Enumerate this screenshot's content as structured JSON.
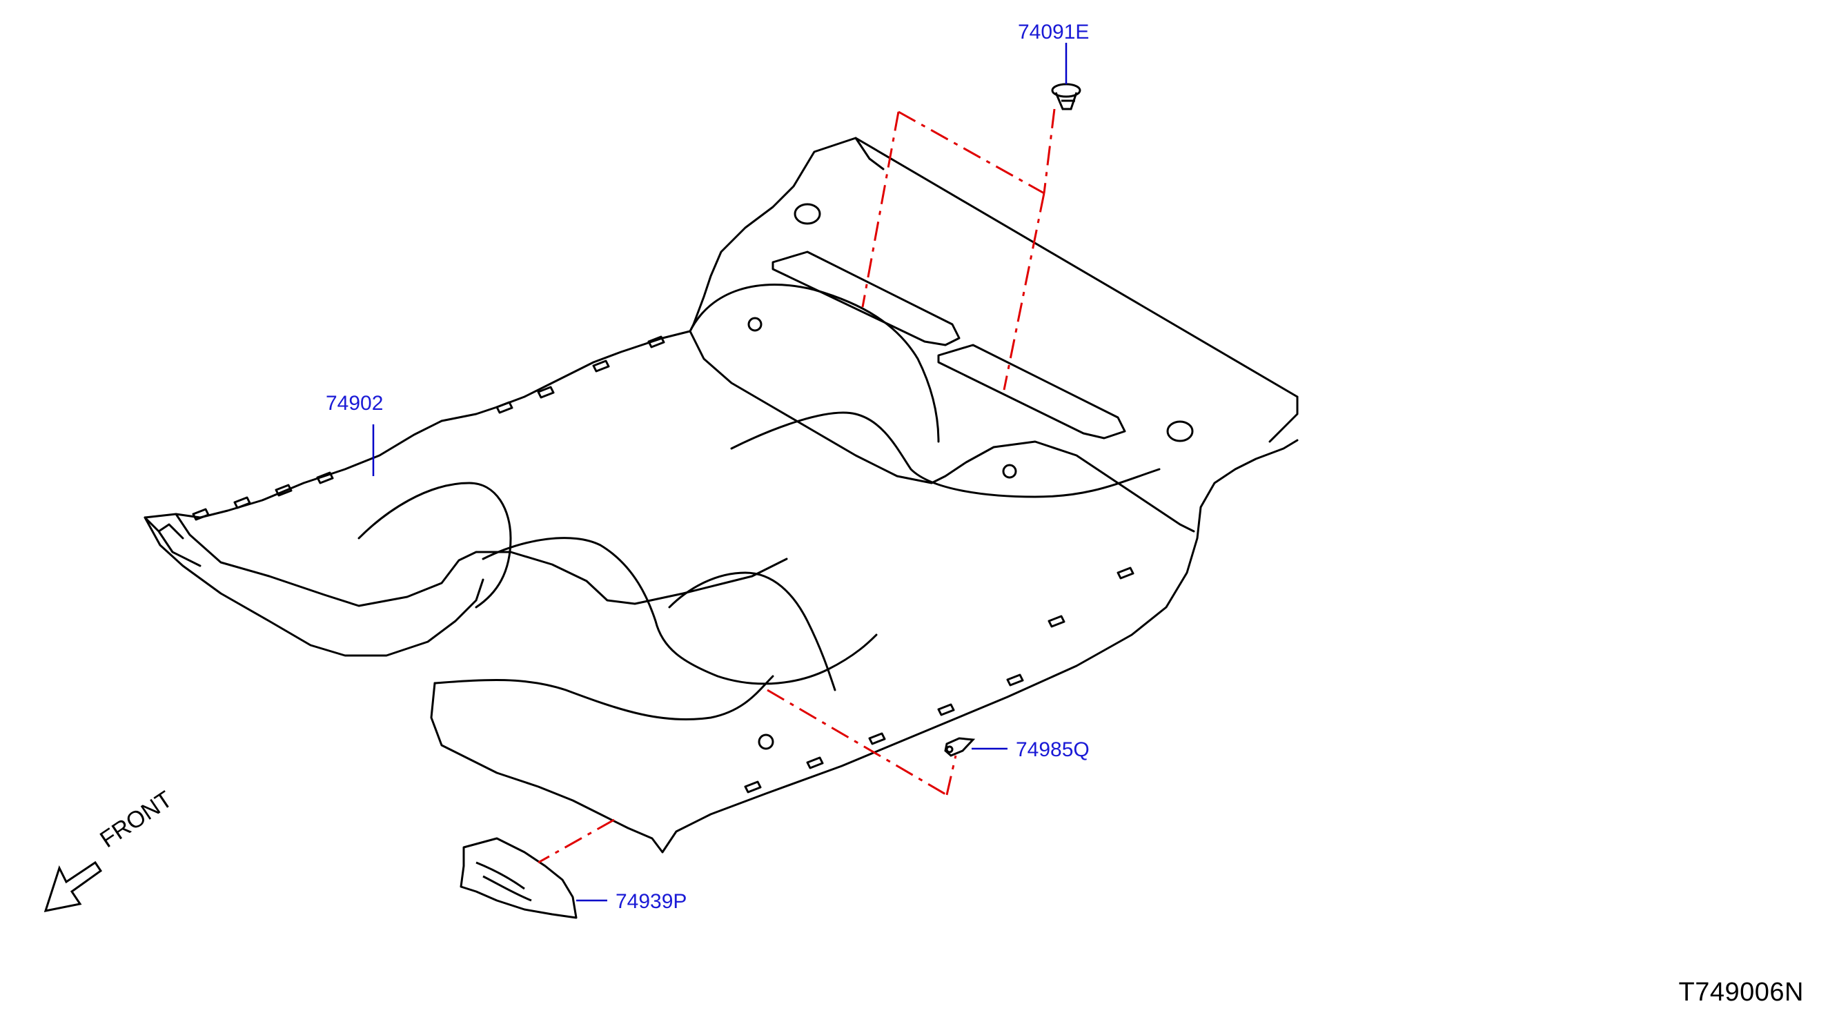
{
  "parts": [
    {
      "id": "clip",
      "label": "74091E"
    },
    {
      "id": "floor-carpet",
      "label": "74902"
    },
    {
      "id": "hook",
      "label": "74985Q"
    },
    {
      "id": "insulator",
      "label": "74939P"
    }
  ],
  "direction": {
    "label": "FRONT",
    "icon": "front-arrow-icon"
  },
  "diagram_number": "T749006N",
  "colors": {
    "callout_text": "#1a1ad6",
    "leader_line": "#0000c8",
    "phantom_line": "#e00000",
    "drawing": "#000000"
  }
}
